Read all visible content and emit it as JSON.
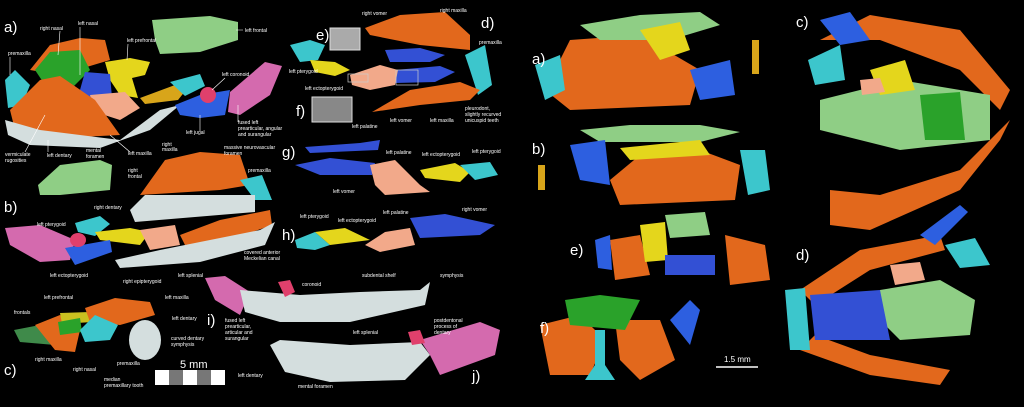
{
  "colors": {
    "maxilla": "#e2681c",
    "nasal": "#2aa22a",
    "frontal": "#8fce85",
    "prefrontal": "#e4d61c",
    "premaxilla": "#3cc6cc",
    "vomer": "#3350d4",
    "palatine": "#f2a98a",
    "dentary": "#d4dede",
    "prearticular": "#d46aae",
    "coronoid": "#e0406c",
    "ectopterygoid": "#d8a51a",
    "jugal": "#2d5fe0"
  },
  "left": {
    "a": {
      "panel": "a)",
      "right_nasal": "right nasal",
      "left_nasal": "left nasal",
      "left_prefrontal": "left prefrontal",
      "left_frontal": "left frontal",
      "premaxilla": "premaxilla",
      "left_coronoid": "left coronoid",
      "fused_1": "fused left",
      "fused_2": "prearticular, angular",
      "fused_3": "and surangular",
      "left_jugal": "left jugal",
      "verm_1": "vermiculate",
      "verm_2": "rugosities",
      "left_dentary": "left dentary",
      "mental_1": "mental",
      "mental_2": "foramen",
      "left_maxilla": "left maxilla"
    },
    "b": {
      "panel": "b)",
      "right_maxilla_1": "right",
      "right_maxilla_2": "maxilla",
      "foramen_1": "massive neurovascular",
      "foramen_2": "foramen",
      "right_frontal_1": "right",
      "right_frontal_2": "frontal",
      "premaxilla": "premaxilla",
      "right_dentary": "right dentary",
      "left_pterygoid": "left pterygoid",
      "meckel_1": "covered anterior",
      "meckel_2": "Meckelian canal",
      "left_ectopterygoid": "left ectopterygoid",
      "right_epipterygoid": "right epipterygoid",
      "left_splenial": "left splenial"
    },
    "c": {
      "panel": "c)",
      "frontals": "frontals",
      "left_prefrontal": "left prefrontal",
      "left_maxilla": "left maxilla",
      "left_dentary": "left dentary",
      "symph_1": "curved dentary",
      "symph_2": "symphysis",
      "right_maxilla": "right maxilla",
      "right_nasal": "right nasal",
      "premaxilla": "premaxilla",
      "median_1": "median",
      "median_2": "premaxillary tooth"
    },
    "scale": "5 mm"
  },
  "middle": {
    "d": {
      "panel": "d)",
      "right_vomer": "right vomer",
      "right_maxilla": "right maxilla",
      "premaxilla": "premaxilla",
      "left_pterygoid": "left pterygoid",
      "left_ectopterygoid": "left ectopterygoid",
      "left_palatine": "left palatine",
      "left_vomer": "left vomer",
      "left_maxilla": "left maxilla",
      "pleuro_1": "pleurodont,",
      "pleuro_2": "slightly recurved",
      "pleuro_3": "unicuspid teeth"
    },
    "e": {
      "panel": "e)"
    },
    "f": {
      "panel": "f)"
    },
    "g": {
      "panel": "g)",
      "left_palatine": "left palatine",
      "left_ectopterygoid": "left ectopterygoid",
      "left_pterygoid": "left pterygoid",
      "left_vomer": "left vomer"
    },
    "h": {
      "panel": "h)",
      "left_pterygoid": "left pterygoid",
      "left_ectopterygoid": "left ectopterygoid",
      "left_palatine": "left palatine",
      "right_vomer": "right vomer"
    },
    "i": {
      "panel": "i)",
      "coronoid": "coronoid",
      "subdental_shelf": "subdental shelf",
      "symphysis": "symphysis",
      "fused_1": "fused left",
      "fused_2": "prearticular,",
      "fused_3": "articular and",
      "fused_4": "surangular",
      "left_splenial": "left splenial"
    },
    "j": {
      "panel": "j)",
      "post_1": "postdentonal",
      "post_2": "process of",
      "post_3": "dentary",
      "left_dentary": "left dentary",
      "mental_foramen": "mental foramen"
    }
  },
  "right": {
    "a": "a)",
    "b": "b)",
    "c": "c)",
    "d": "d)",
    "e": "e)",
    "f": "f)",
    "scale": "1.5 mm"
  }
}
